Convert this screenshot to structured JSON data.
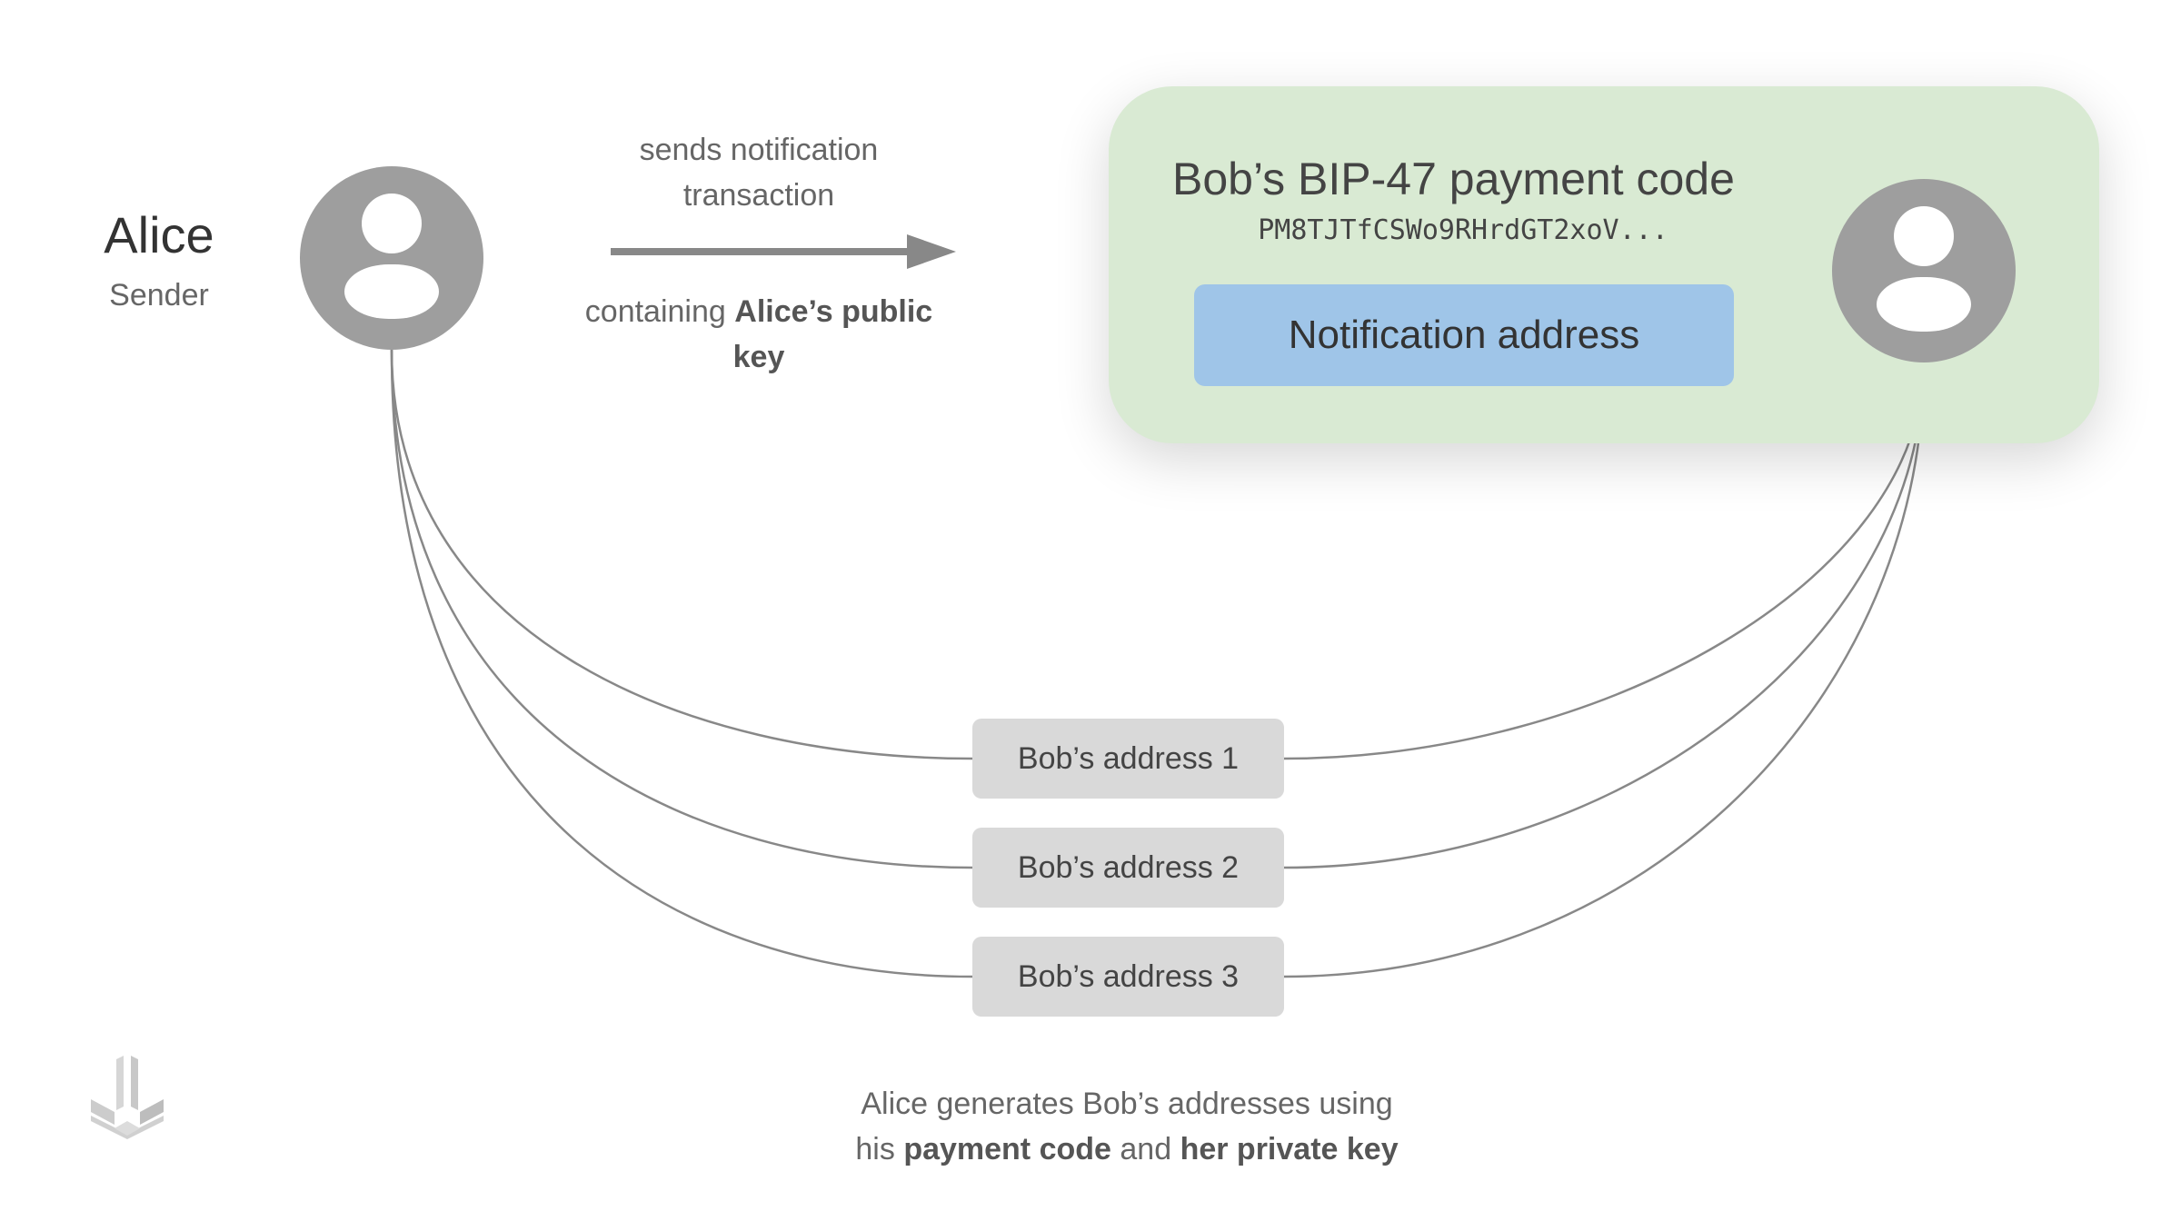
{
  "sender": {
    "name": "Alice",
    "role": "Sender",
    "icon": "user-avatar-icon"
  },
  "arrow": {
    "top_label": "sends notification transaction",
    "bottom_prefix": "containing",
    "bottom_bold": "Alice’s public key"
  },
  "receiver": {
    "card_title": "Bob’s BIP-47 payment code",
    "payment_code": "PM8TJTfCSWo9RHrdGT2xoV...",
    "notification_label": "Notification address",
    "icon": "user-avatar-icon"
  },
  "addresses": [
    "Bob’s address 1",
    "Bob’s address 2",
    "Bob’s address 3"
  ],
  "caption": {
    "line1": "Alice generates Bob’s addresses using",
    "his": "his",
    "bold1": "payment code",
    "and": "and",
    "bold2": "her private key"
  },
  "colors": {
    "card_background": "#d9ead3",
    "notification_background": "#9fc5e8",
    "address_background": "#d9d9d9",
    "avatar": "#9e9e9e",
    "lines": "#888888"
  }
}
